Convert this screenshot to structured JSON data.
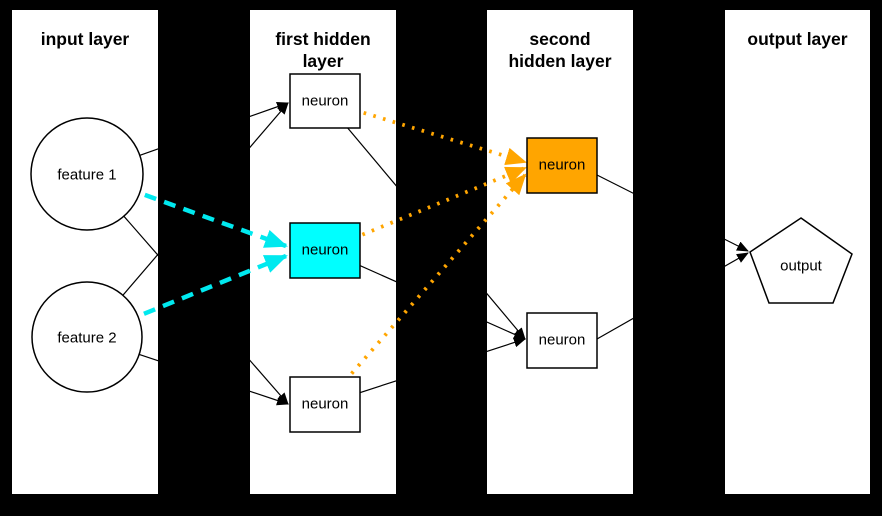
{
  "diagram": {
    "title": "neural network layers diagram",
    "colors": {
      "background": "#000000",
      "panel": "#ffffff",
      "edge": "#000000",
      "highlight_input_path": "#00e9ef",
      "highlight_hidden_path": "#ffa500",
      "cyan_neuron_fill": "#00ffff",
      "orange_neuron_fill": "#ffa500"
    },
    "layers": [
      {
        "id": "input",
        "title": "input layer",
        "nodes": [
          {
            "id": "feature1",
            "label": "feature 1",
            "shape": "circle",
            "fill": "#ffffff"
          },
          {
            "id": "feature2",
            "label": "feature 2",
            "shape": "circle",
            "fill": "#ffffff"
          }
        ]
      },
      {
        "id": "hidden1",
        "title": "first hidden\nlayer",
        "nodes": [
          {
            "id": "h1-top",
            "label": "neuron",
            "shape": "rect",
            "fill": "#ffffff"
          },
          {
            "id": "h1-middle",
            "label": "neuron",
            "shape": "rect",
            "fill": "#00ffff"
          },
          {
            "id": "h1-bottom",
            "label": "neuron",
            "shape": "rect",
            "fill": "#ffffff"
          }
        ]
      },
      {
        "id": "hidden2",
        "title": "second\nhidden layer",
        "nodes": [
          {
            "id": "h2-top",
            "label": "neuron",
            "shape": "rect",
            "fill": "#ffa500"
          },
          {
            "id": "h2-bottom",
            "label": "neuron",
            "shape": "rect",
            "fill": "#ffffff"
          }
        ]
      },
      {
        "id": "output",
        "title": "output layer",
        "nodes": [
          {
            "id": "output",
            "label": "output",
            "shape": "pentagon",
            "fill": "#ffffff"
          }
        ]
      }
    ],
    "edges": [
      {
        "from": "feature1",
        "to": "h1-top",
        "style": "solid",
        "color": "#000000"
      },
      {
        "from": "feature1",
        "to": "h1-middle",
        "style": "dashed",
        "color": "#00e9ef"
      },
      {
        "from": "feature1",
        "to": "h1-bottom",
        "style": "solid",
        "color": "#000000"
      },
      {
        "from": "feature2",
        "to": "h1-top",
        "style": "solid",
        "color": "#000000"
      },
      {
        "from": "feature2",
        "to": "h1-middle",
        "style": "dashed",
        "color": "#00e9ef"
      },
      {
        "from": "feature2",
        "to": "h1-bottom",
        "style": "solid",
        "color": "#000000"
      },
      {
        "from": "h1-top",
        "to": "h2-top",
        "style": "dotted",
        "color": "#ffa500"
      },
      {
        "from": "h1-middle",
        "to": "h2-top",
        "style": "dotted",
        "color": "#ffa500"
      },
      {
        "from": "h1-bottom",
        "to": "h2-top",
        "style": "dotted",
        "color": "#ffa500"
      },
      {
        "from": "h1-top",
        "to": "h2-bottom",
        "style": "solid",
        "color": "#000000"
      },
      {
        "from": "h1-middle",
        "to": "h2-bottom",
        "style": "solid",
        "color": "#000000"
      },
      {
        "from": "h1-bottom",
        "to": "h2-bottom",
        "style": "solid",
        "color": "#000000"
      },
      {
        "from": "h2-top",
        "to": "output",
        "style": "solid",
        "color": "#000000"
      },
      {
        "from": "h2-bottom",
        "to": "output",
        "style": "solid",
        "color": "#000000"
      }
    ]
  }
}
